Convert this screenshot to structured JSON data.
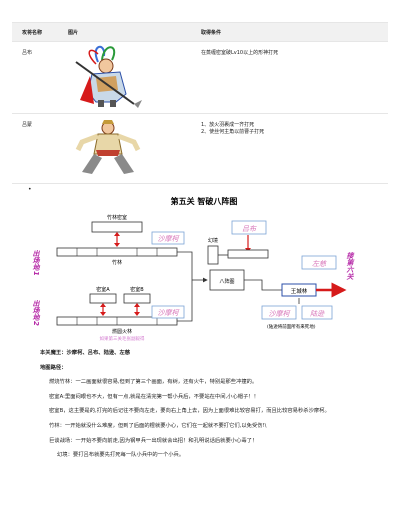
{
  "table": {
    "headers": [
      "攻将名称",
      "图片",
      "取得条件"
    ],
    "rows": [
      {
        "name": "吕布",
        "condition_lines": [
          "在蒸缠密室破Lv10以上的形神打死"
        ]
      },
      {
        "name": "吕蒙",
        "condition_lines": [
          "1、放火羽裹成一齐打死",
          "2、使丝何主角以前曹子打死"
        ]
      }
    ]
  },
  "bullet": "•",
  "diagram": {
    "title": "第五关 智破八阵图",
    "boxes": {
      "zhulin_mishi": "竹林密室",
      "zhulin": "竹林",
      "mishi_a": "密室A",
      "mishi_b": "密室B",
      "yanzhen_huolin": "燃圆火林",
      "huanjing": "幻境",
      "bazhentu": "八阵图",
      "wangchenglin": "王城林"
    },
    "chars": {
      "shamoke_1": "沙摩柯",
      "lvbu": "吕布",
      "shamoke_2": "沙摩柯",
      "luxun": "陆逊",
      "zuoci": "左慈"
    },
    "side_labels": {
      "start_1": "出场地1",
      "start_2": "出场地2",
      "next": "接第六关"
    },
    "notes": {
      "red_note": "如果第三关毛张副毅得",
      "luxun_note": "(陆逊将前面所有来死地)"
    }
  },
  "text": {
    "boss_line": "本关魔王：沙摩柯、吕布、陆逊、左慈",
    "section": "地图路径：",
    "paragraphs": [
      "燃烧竹林：一二画面就很容易,但到了第三个画面，有树，还有火牛，特别是那些冲撞的。",
      "密室A:里面闷眼也不大，但有一点,就是在清完第一帮小兵后，不要站在中间,小心帽子！！",
      "密室B，这主要是的,打完的后记往不要向左走，要向右上角上去，因为上面很难比较容易打，而且比较容易秒杀沙摩柯。",
      "竹林：一开始就没什么难度，但到了后面的棍就要小心，它们在一起就不要打它们,以免受伤!\\",
      "巨谈战场：一开始不要向前走,因为钢甲兵一出现就会出招！和孔明说话后就要小心毒了！",
      "幻境：要打吕布就要先打死每一队小兵中的一个小兵。"
    ]
  },
  "colors": {
    "red": "#d61a1a",
    "blue_box": "#2b4fa8",
    "pink_text": "#d37bd0",
    "char_label": "#d774b8",
    "start_label": "#b62aa8",
    "green_label": "#2a9a3a"
  }
}
